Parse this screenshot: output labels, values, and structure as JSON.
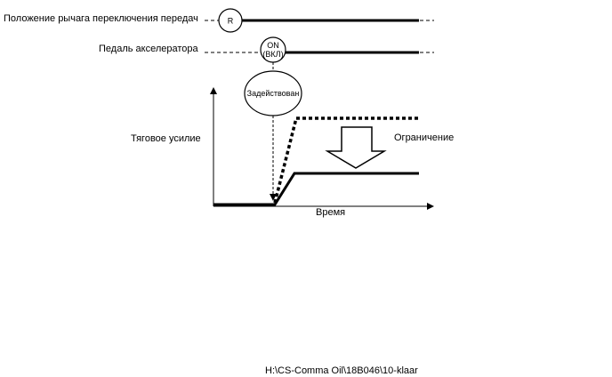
{
  "labels": {
    "gear_lever": "Положение рычага переключения передач",
    "accelerator": "Педаль акселератора",
    "traction": "Тяговое усилие",
    "limit": "Ограничение",
    "time": "Время"
  },
  "nodes": {
    "gear": "R",
    "accel_line1": "ON",
    "accel_line2": "(ВКЛ)",
    "engaged": "Задействован"
  },
  "footer": "H:\\CS-Comma Oil\\18B046\\10-klaar"
}
